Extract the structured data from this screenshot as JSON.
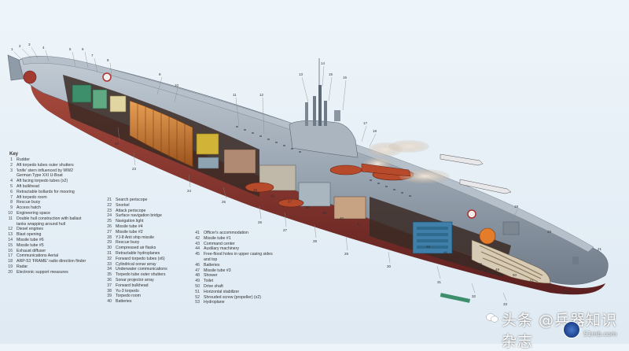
{
  "diagram": {
    "key_title": "Key",
    "key_items": [
      {
        "n": "1",
        "t": "Rudder"
      },
      {
        "n": "2",
        "t": "Aft torpedo tubes outer shutters"
      },
      {
        "n": "3",
        "t": "'knife' stern influenced by WW2"
      },
      {
        "n": "",
        "t": "German Type XXI U-Boat"
      },
      {
        "n": "4",
        "t": "Aft facing torpedo tubes (x2)"
      },
      {
        "n": "5",
        "t": "Aft bulkhead"
      },
      {
        "n": "6",
        "t": "Retractable bollards for mooring"
      },
      {
        "n": "7",
        "t": "Aft torpedo room"
      },
      {
        "n": "8",
        "t": "Rescue buoy"
      },
      {
        "n": "9",
        "t": "Access hatch"
      },
      {
        "n": "10",
        "t": "Engineering space"
      },
      {
        "n": "11",
        "t": "Double hull construction with ballast"
      },
      {
        "n": "",
        "t": "tanks wrapping around hull"
      },
      {
        "n": "12",
        "t": "Diesel engines"
      },
      {
        "n": "13",
        "t": "Blast opening"
      },
      {
        "n": "14",
        "t": "Missile tube #6"
      },
      {
        "n": "15",
        "t": "Missile tube #5"
      },
      {
        "n": "16",
        "t": "Exhaust diffuser"
      },
      {
        "n": "17",
        "t": "Communications Aerial"
      },
      {
        "n": "18",
        "t": "ARP-53 'FRAME' radio direction finder"
      },
      {
        "n": "19",
        "t": "Radar"
      },
      {
        "n": "20",
        "t": "Electronic support measures"
      },
      {
        "n": "21",
        "t": "Search periscope"
      },
      {
        "n": "22",
        "t": "Snorkel"
      },
      {
        "n": "23",
        "t": "Attack periscope"
      },
      {
        "n": "24",
        "t": "Surface navigation bridge"
      },
      {
        "n": "25",
        "t": "Navigation light"
      },
      {
        "n": "26",
        "t": "Missile tube #4"
      },
      {
        "n": "27",
        "t": "Missile tube #2"
      },
      {
        "n": "28",
        "t": "YJ-8 Anti ship missile"
      },
      {
        "n": "29",
        "t": "Rescue buoy"
      },
      {
        "n": "30",
        "t": "Compressed air flasks"
      },
      {
        "n": "31",
        "t": "Retractable hydroplanes"
      },
      {
        "n": "32",
        "t": "Forward torpedo tubes (x6)"
      },
      {
        "n": "33",
        "t": "Cylindrical sonar array"
      },
      {
        "n": "34",
        "t": "Underwater communications"
      },
      {
        "n": "35",
        "t": "Torpedo tube outer shutters"
      },
      {
        "n": "36",
        "t": "Sonar projector array"
      },
      {
        "n": "37",
        "t": "Forward bulkhead"
      },
      {
        "n": "38",
        "t": "Yu-3 torpedo"
      },
      {
        "n": "39",
        "t": "Torpedo room"
      },
      {
        "n": "40",
        "t": "Batteries"
      },
      {
        "n": "41",
        "t": "Officer's accommodation"
      },
      {
        "n": "42",
        "t": "Missile tube #1"
      },
      {
        "n": "43",
        "t": "Command center"
      },
      {
        "n": "44",
        "t": "Auxiliary machinery"
      },
      {
        "n": "45",
        "t": "Free-flood holes in upper casing sides"
      },
      {
        "n": "",
        "t": "and top"
      },
      {
        "n": "46",
        "t": "Batteries"
      },
      {
        "n": "47",
        "t": "Missile tube #3"
      },
      {
        "n": "48",
        "t": "Shower"
      },
      {
        "n": "49",
        "t": "Toilet"
      },
      {
        "n": "50",
        "t": "Drive shaft"
      },
      {
        "n": "51",
        "t": "Horizontal stabilizer"
      },
      {
        "n": "52",
        "t": "Shrouded screw (propeller) (x2)"
      },
      {
        "n": "53",
        "t": "Hydroplane"
      }
    ],
    "callouts": [
      "1",
      "2",
      "3",
      "4",
      "5",
      "6",
      "7",
      "8",
      "9",
      "10",
      "11",
      "12",
      "13",
      "14",
      "15",
      "16",
      "17",
      "18",
      "19",
      "20",
      "21",
      "22",
      "23",
      "24",
      "25",
      "26",
      "27",
      "28",
      "29",
      "30",
      "31",
      "32",
      "33",
      "34",
      "35",
      "36",
      "37",
      "38",
      "39",
      "40",
      "41",
      "42",
      "43",
      "44",
      "45",
      "46",
      "47",
      "48",
      "49",
      "50",
      "51",
      "52",
      "53"
    ],
    "colors": {
      "hull": "#9aa6b2",
      "hull_dark": "#6f7b88",
      "lower_hull": "#7a2e2e",
      "engine": "#c9782e",
      "missile": "#b84a2c",
      "green_gear": "#3c8f6a",
      "smoke": "#d8c8b8"
    }
  },
  "watermark": {
    "main": "头条 @兵器知识杂志",
    "site": "51mb.com"
  }
}
